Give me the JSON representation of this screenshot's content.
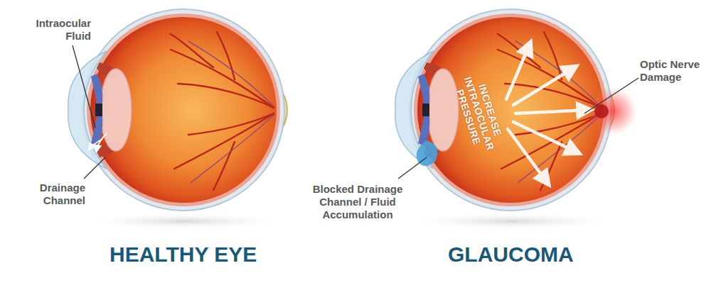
{
  "diagram": {
    "labels": [
      "Intraocular Fluid",
      "Drainage Channel",
      "HEALTHY EYE",
      "INCREASE INTRAOCULAR PRESSURE",
      "Optic Nerve Damage",
      "Blocked Drainage Channel / Fluid Accumulation",
      "GLAUCOMA"
    ]
  }
}
